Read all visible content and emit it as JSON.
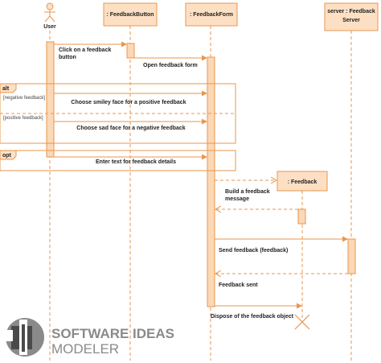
{
  "diagram": {
    "participants": {
      "user": "User",
      "feedback_button": ": FeedbackButton",
      "feedback_form": ": FeedbackForm",
      "server_line1": "server : Feedback",
      "server_line2": "Server",
      "feedback": ": Feedback"
    },
    "messages": {
      "click_line1": "Click on a feedback",
      "click_line2": "button",
      "open_form": "Open feedback form",
      "smiley": "Choose smiley face for a positive feedback",
      "sad": "Choose sad face for a negative feedback",
      "enter_text": "Enter text for feedback details",
      "build_line1": "Build a feedback",
      "build_line2": "message",
      "send": "Send feedback (feedback)",
      "sent": "Feedback sent",
      "dispose": "Dispose of the feedback object"
    },
    "fragments": {
      "alt_label": "alt",
      "alt_guard_1": "[negative feedback]",
      "alt_guard_2": "[positive feedback]",
      "opt_label": "opt"
    },
    "colors": {
      "line": "#e8964e",
      "activation_fill": "#fbd8b6",
      "header_fill": "#fde0c4",
      "logo_dark": "#4a4a4a",
      "logo_gray": "#8a8a8a"
    }
  },
  "branding": {
    "logo_line1": "SOFTWARE IDEAS",
    "logo_line2": "MODELER"
  }
}
